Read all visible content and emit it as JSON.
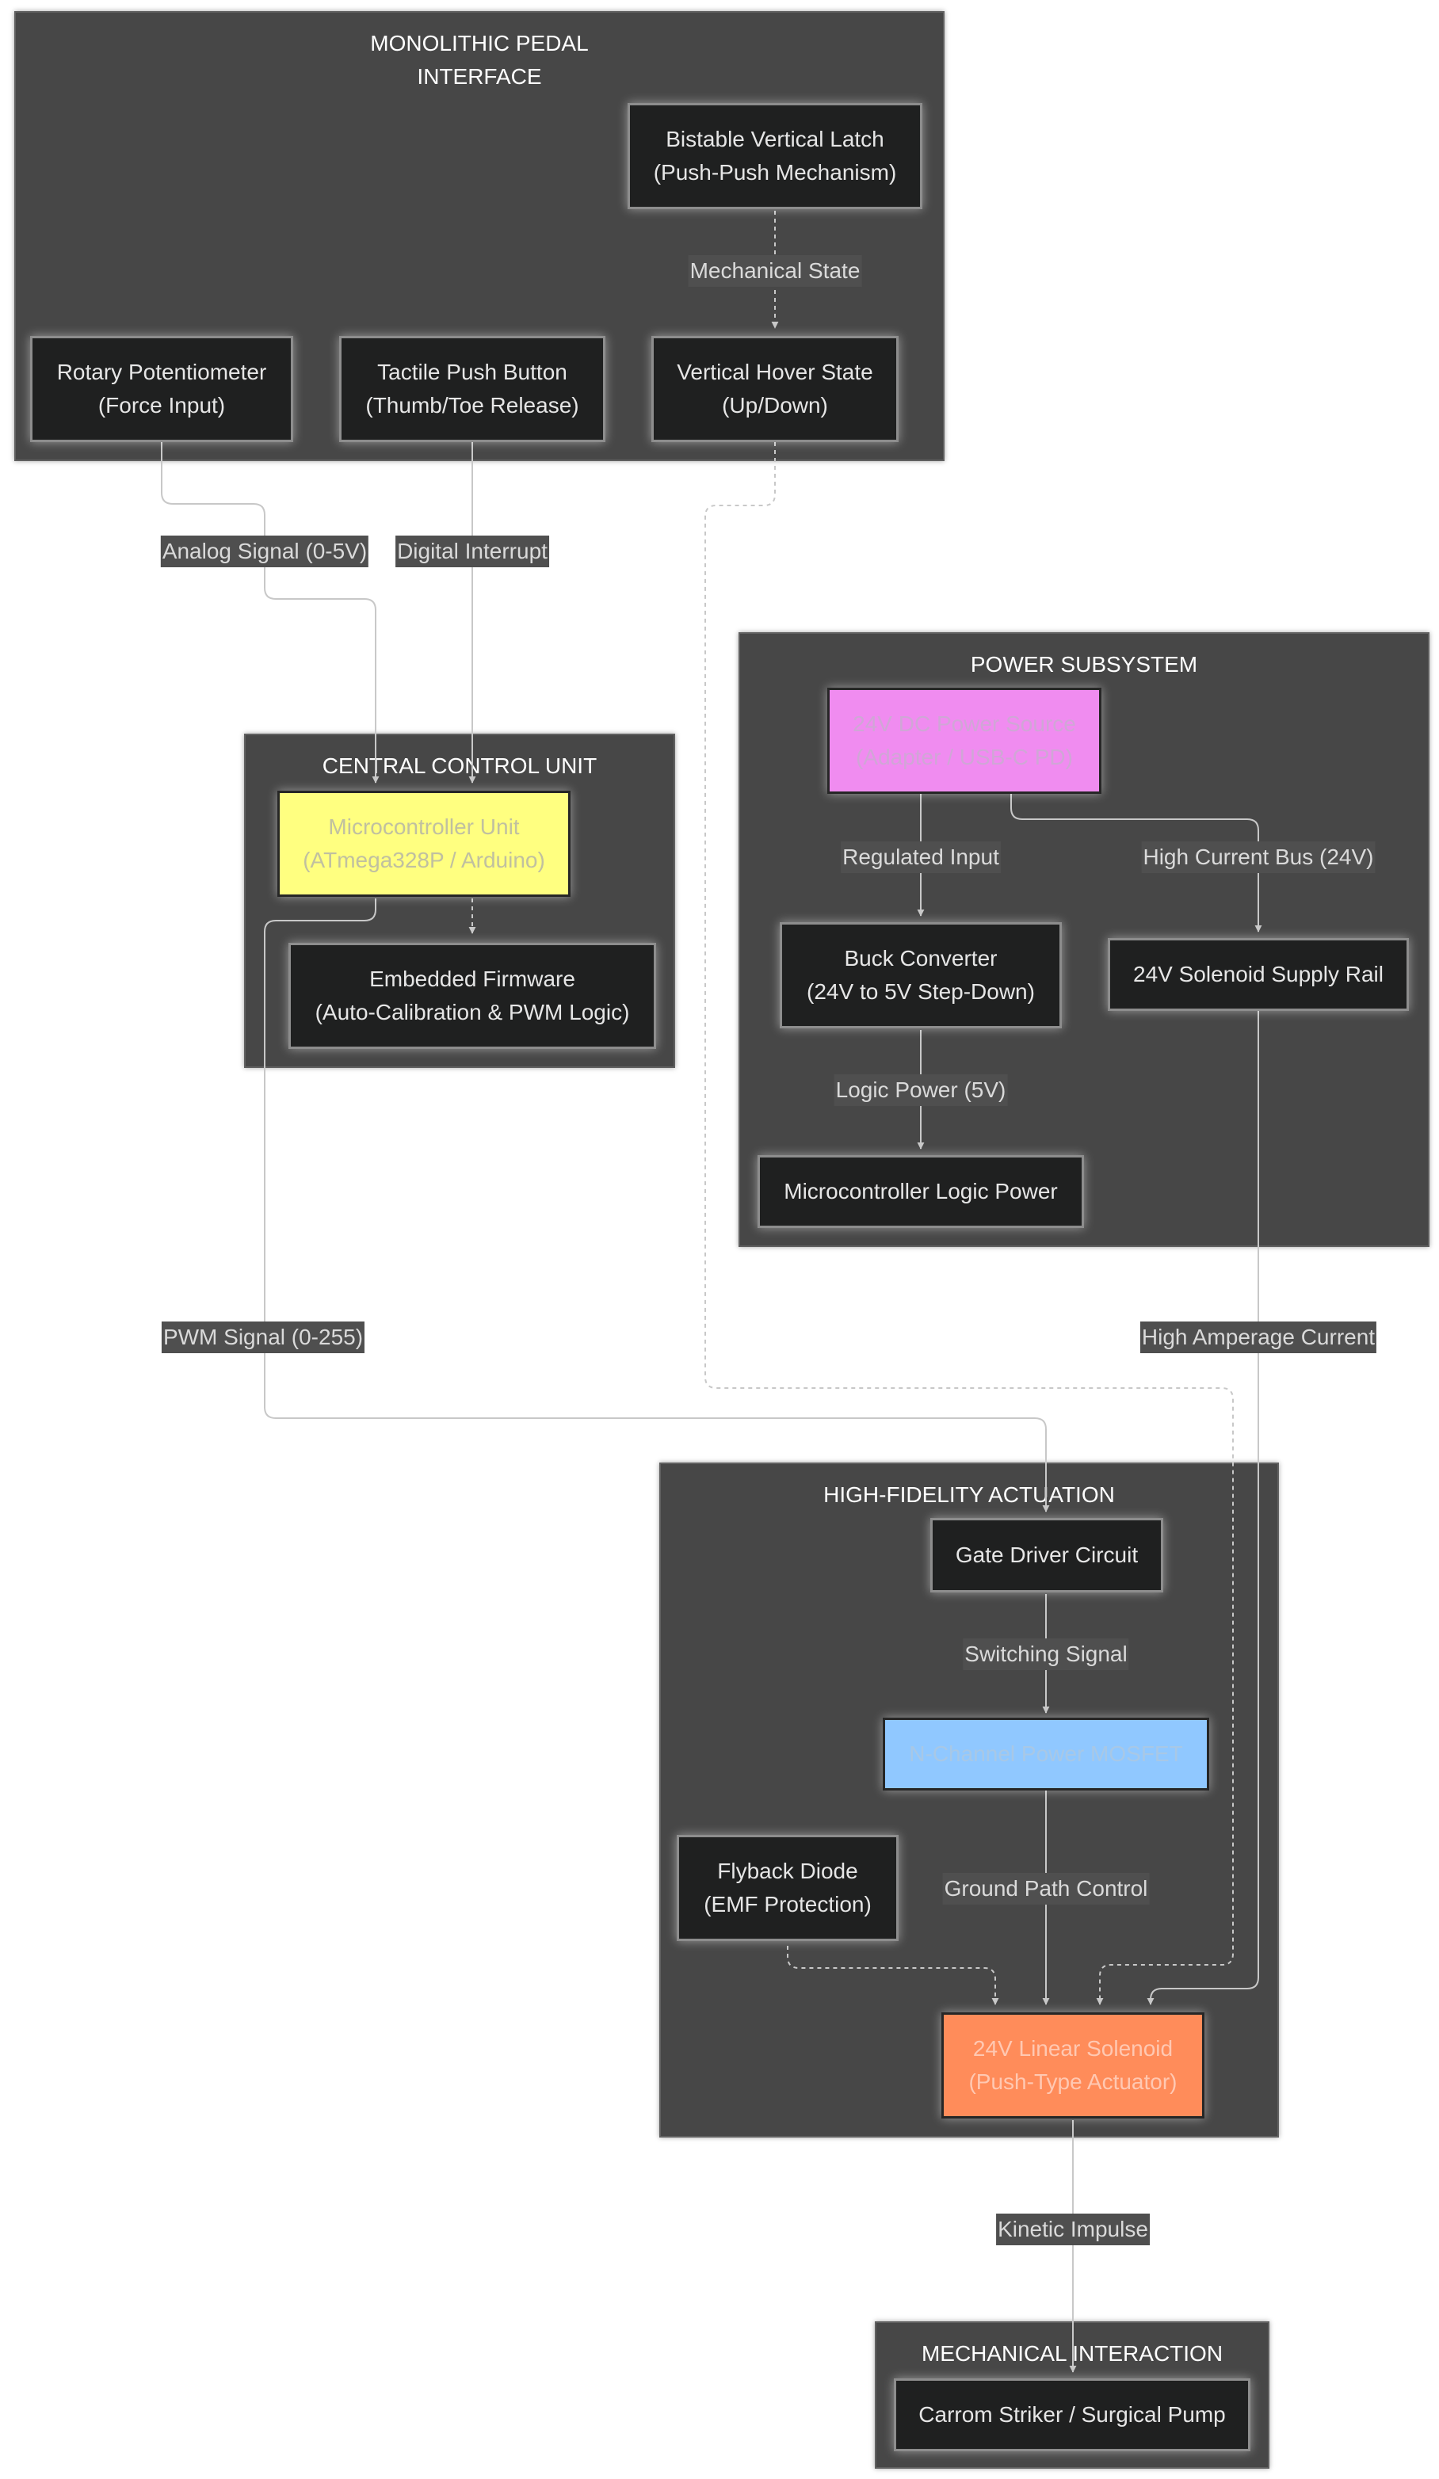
{
  "clusters": {
    "pedal": {
      "title": "MONOLITHIC PEDAL\nINTERFACE"
    },
    "power": {
      "title": "POWER SUBSYSTEM"
    },
    "control": {
      "title": "CENTRAL CONTROL UNIT"
    },
    "actuation": {
      "title": "HIGH-FIDELITY ACTUATION"
    },
    "mechanical": {
      "title": "MECHANICAL INTERACTION"
    }
  },
  "nodes": {
    "latch": "Bistable Vertical Latch\n(Push-Push Mechanism)",
    "pot": "Rotary Potentiometer\n(Force Input)",
    "button": "Tactile Push Button\n(Thumb/Toe Release)",
    "hover": "Vertical Hover State\n(Up/Down)",
    "mcu": "Microcontroller Unit\n(ATmega328P / Arduino)",
    "firmware": "Embedded Firmware\n(Auto-Calibration & PWM Logic)",
    "psu": "24V DC Power Source\n(Adapter / USB-C PD)",
    "buck": "Buck Converter\n(24V to 5V Step-Down)",
    "rail": "24V Solenoid Supply Rail",
    "logic": "Microcontroller Logic Power",
    "gate": "Gate Driver Circuit",
    "mosfet": "N-Channel Power MOSFET",
    "diode": "Flyback Diode\n(EMF Protection)",
    "solenoid": "24V Linear Solenoid\n(Push-Type Actuator)",
    "striker": "Carrom Striker / Surgical Pump"
  },
  "edges": {
    "mechanical_state": "Mechanical State",
    "analog_signal": "Analog Signal (0-5V)",
    "digital_interrupt": "Digital Interrupt",
    "regulated_input": "Regulated Input",
    "high_current_bus": "High Current Bus (24V)",
    "logic_power": "Logic Power (5V)",
    "pwm_signal": "PWM Signal (0-255)",
    "high_amperage": "High Amperage Current",
    "switching_signal": "Switching Signal",
    "ground_path": "Ground Path Control",
    "kinetic_impulse": "Kinetic Impulse"
  },
  "colors": {
    "cluster_bg": "#474747",
    "node_bg": "#1f2020",
    "edge": "#c8c8c8",
    "mcu": "#ffff80",
    "psu": "#f08cf0",
    "mosfet": "#90c8ff",
    "solenoid": "#ff8c5a"
  }
}
